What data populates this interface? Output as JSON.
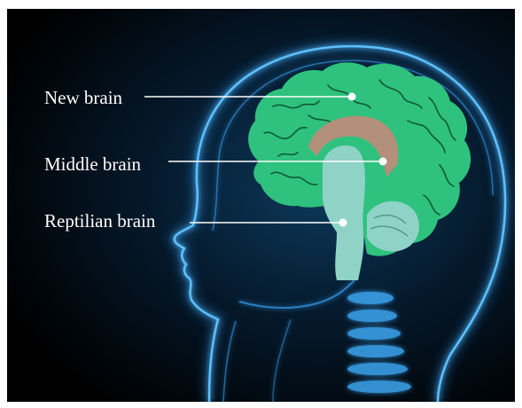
{
  "labels": {
    "new_brain": "New brain",
    "middle_brain": "Middle brain",
    "reptilian_brain": "Reptilian brain"
  },
  "colors": {
    "background": "#000000",
    "head_outline_glow": "#3aa8ff",
    "new_brain": "#2ec27e",
    "middle_brain": "#b3907a",
    "reptilian_brain": "#8fd3c7",
    "leader_lines": "#ffffff"
  }
}
